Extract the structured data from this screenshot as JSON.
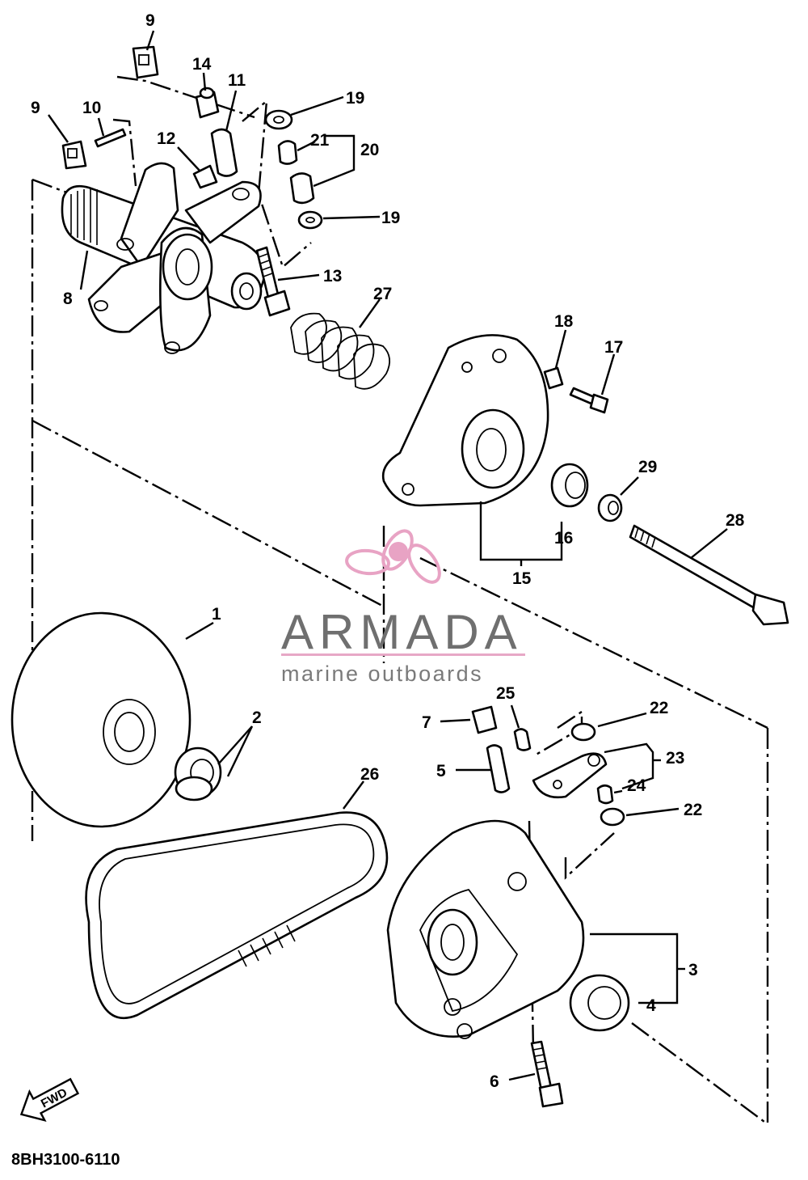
{
  "watermark": {
    "brand": "ARMADA",
    "tagline": "marine outboards",
    "colors": {
      "logo": "#e8a3c4",
      "logo_dark": "#cf7fa8",
      "text": "#6f6f6f",
      "rule": "#e7a8c6"
    }
  },
  "diagram_code": "8BH3100-6110",
  "direction_badge": "FWD",
  "parts": [
    {
      "id": "p1",
      "label": "1"
    },
    {
      "id": "p2",
      "label": "2"
    },
    {
      "id": "p3",
      "label": "3"
    },
    {
      "id": "p4",
      "label": "4"
    },
    {
      "id": "p5",
      "label": "5"
    },
    {
      "id": "p6",
      "label": "6"
    },
    {
      "id": "p7",
      "label": "7"
    },
    {
      "id": "p8",
      "label": "8"
    },
    {
      "id": "p9a",
      "label": "9"
    },
    {
      "id": "p9b",
      "label": "9"
    },
    {
      "id": "p10",
      "label": "10"
    },
    {
      "id": "p11",
      "label": "11"
    },
    {
      "id": "p12",
      "label": "12"
    },
    {
      "id": "p13",
      "label": "13"
    },
    {
      "id": "p14",
      "label": "14"
    },
    {
      "id": "p15",
      "label": "15"
    },
    {
      "id": "p16",
      "label": "16"
    },
    {
      "id": "p17",
      "label": "17"
    },
    {
      "id": "p18",
      "label": "18"
    },
    {
      "id": "p19a",
      "label": "19"
    },
    {
      "id": "p19b",
      "label": "19"
    },
    {
      "id": "p20",
      "label": "20"
    },
    {
      "id": "p21",
      "label": "21"
    },
    {
      "id": "p22a",
      "label": "22"
    },
    {
      "id": "p22b",
      "label": "22"
    },
    {
      "id": "p23",
      "label": "23"
    },
    {
      "id": "p24",
      "label": "24"
    },
    {
      "id": "p25",
      "label": "25"
    },
    {
      "id": "p26",
      "label": "26"
    },
    {
      "id": "p27",
      "label": "27"
    },
    {
      "id": "p28",
      "label": "28"
    },
    {
      "id": "p29",
      "label": "29"
    }
  ]
}
